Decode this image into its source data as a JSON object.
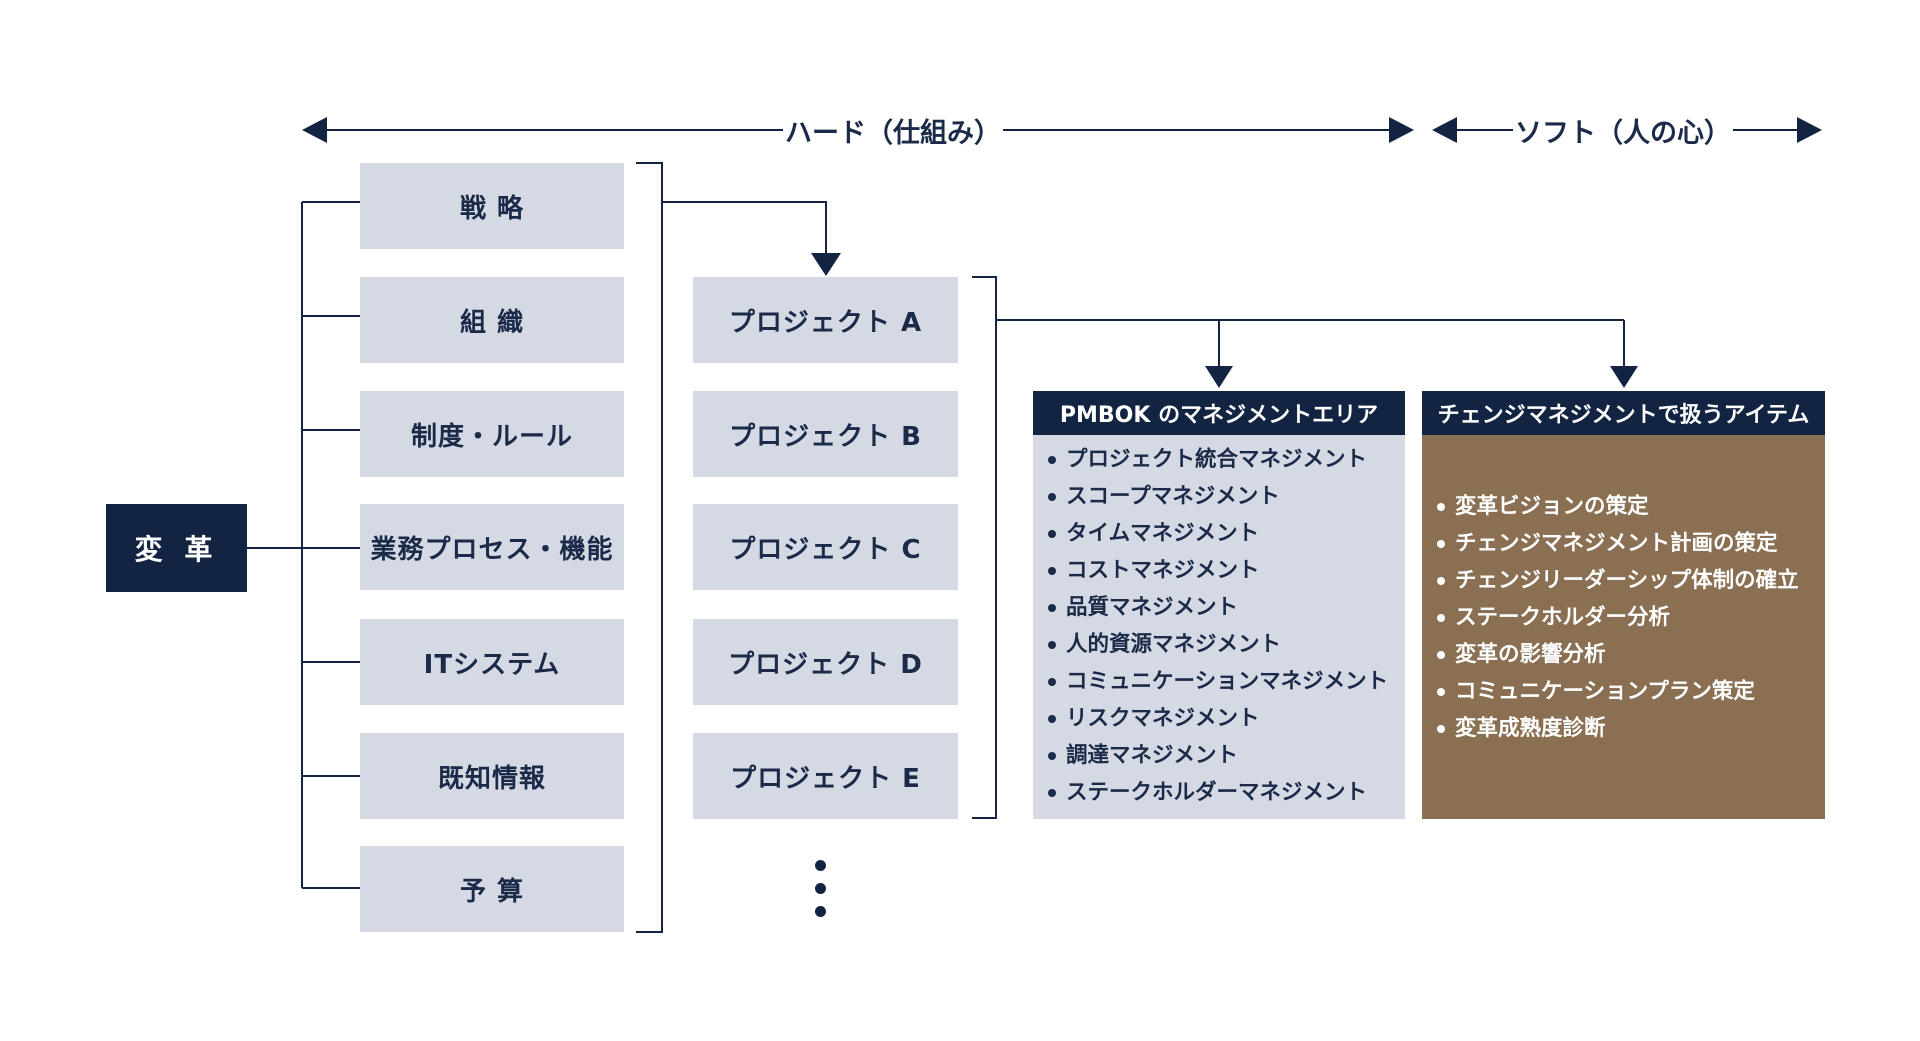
{
  "hard_label": "ハード（仕組み）",
  "soft_label": "ソフト（人の心）",
  "root": "変 革",
  "categories": [
    "戦 略",
    "組 織",
    "制度・ルール",
    "業務プロセス・機能",
    "ITシステム",
    "既知情報",
    "予 算"
  ],
  "projects": [
    "プロジェクト A",
    "プロジェクト B",
    "プロジェクト C",
    "プロジェクト D",
    "プロジェクト E"
  ],
  "pmbok": {
    "title": "PMBOK のマネジメントエリア",
    "items": [
      "プロジェクト統合マネジメント",
      "スコープマネジメント",
      "タイムマネジメント",
      "コストマネジメント",
      "品質マネジメント",
      "人的資源マネジメント",
      "コミュニケーションマネジメント",
      "リスクマネジメント",
      "調達マネジメント",
      "ステークホルダーマネジメント"
    ]
  },
  "change_mgmt": {
    "title": "チェンジマネジメントで扱うアイテム",
    "items": [
      "変革ビジョンの策定",
      "チェンジマネジメント計画の策定",
      "チェンジリーダーシップ体制の確立",
      "ステークホルダー分析",
      "変革の影響分析",
      "コミュニケーションプラン策定",
      "変革成熟度診断"
    ]
  },
  "colors": {
    "navy": "#132443",
    "box_gray": "#d5d9e3",
    "brown": "#8a6f52",
    "line": "#132443"
  }
}
